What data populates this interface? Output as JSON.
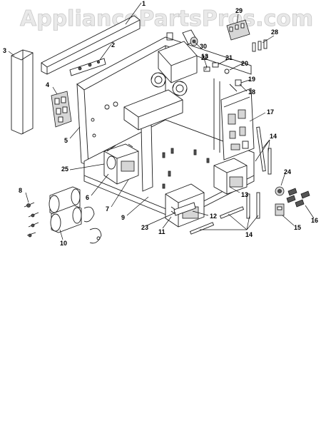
{
  "watermark": "AppliancePartsPros.com",
  "callouts": [
    {
      "id": "c1",
      "label": "1"
    },
    {
      "id": "c2",
      "label": "2"
    },
    {
      "id": "c3",
      "label": "3"
    },
    {
      "id": "c4",
      "label": "4"
    },
    {
      "id": "c5",
      "label": "5"
    },
    {
      "id": "c6",
      "label": "6"
    },
    {
      "id": "c7",
      "label": "7"
    },
    {
      "id": "c8",
      "label": "8"
    },
    {
      "id": "c9",
      "label": "9"
    },
    {
      "id": "c10",
      "label": "10"
    },
    {
      "id": "c11",
      "label": "11"
    },
    {
      "id": "c12",
      "label": "12"
    },
    {
      "id": "c13a",
      "label": "13"
    },
    {
      "id": "c13b",
      "label": "13"
    },
    {
      "id": "c14a",
      "label": "14"
    },
    {
      "id": "c14b",
      "label": "14"
    },
    {
      "id": "c15",
      "label": "15"
    },
    {
      "id": "c16",
      "label": "16"
    },
    {
      "id": "c17",
      "label": "17"
    },
    {
      "id": "c18",
      "label": "18"
    },
    {
      "id": "c19",
      "label": "19"
    },
    {
      "id": "c20",
      "label": "20"
    },
    {
      "id": "c21",
      "label": "21"
    },
    {
      "id": "c22",
      "label": "22"
    },
    {
      "id": "c23",
      "label": "23"
    },
    {
      "id": "c24",
      "label": "24"
    },
    {
      "id": "c25",
      "label": "25"
    },
    {
      "id": "c28",
      "label": "28"
    },
    {
      "id": "c29",
      "label": "29"
    },
    {
      "id": "c30",
      "label": "30"
    }
  ]
}
